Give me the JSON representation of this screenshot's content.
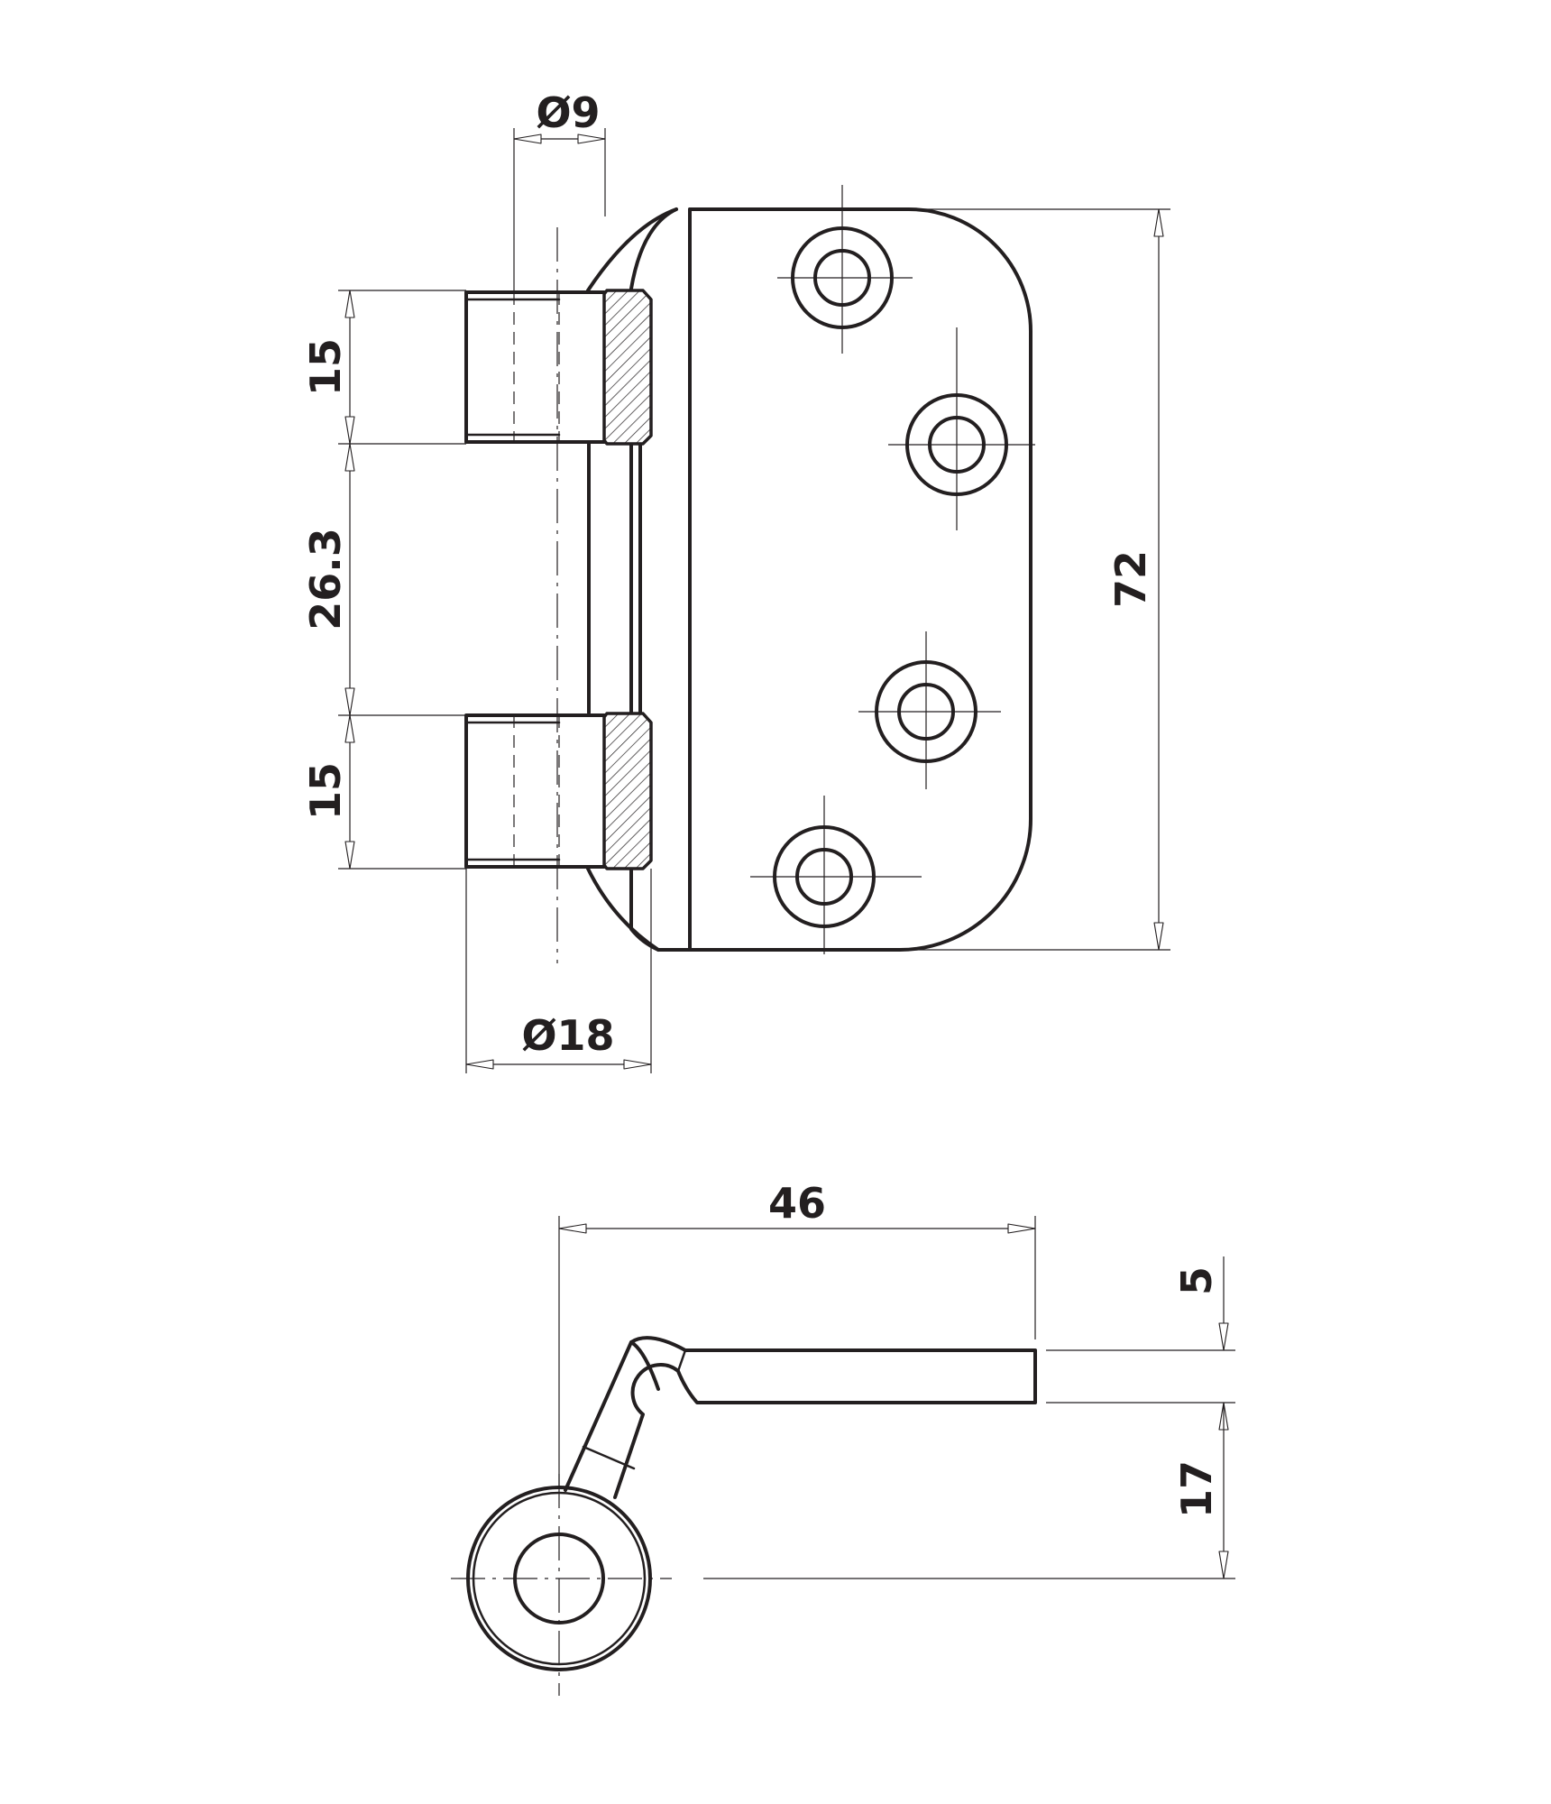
{
  "drawing": {
    "dimensions": {
      "pin_diameter": "Ø9",
      "knuckle_height_top": "15",
      "knuckle_gap": "26.3",
      "knuckle_height_bottom": "15",
      "knuckle_diameter": "Ø18",
      "total_height": "72",
      "leaf_length": "46",
      "leaf_thickness": "5",
      "leaf_offset": "17"
    }
  }
}
